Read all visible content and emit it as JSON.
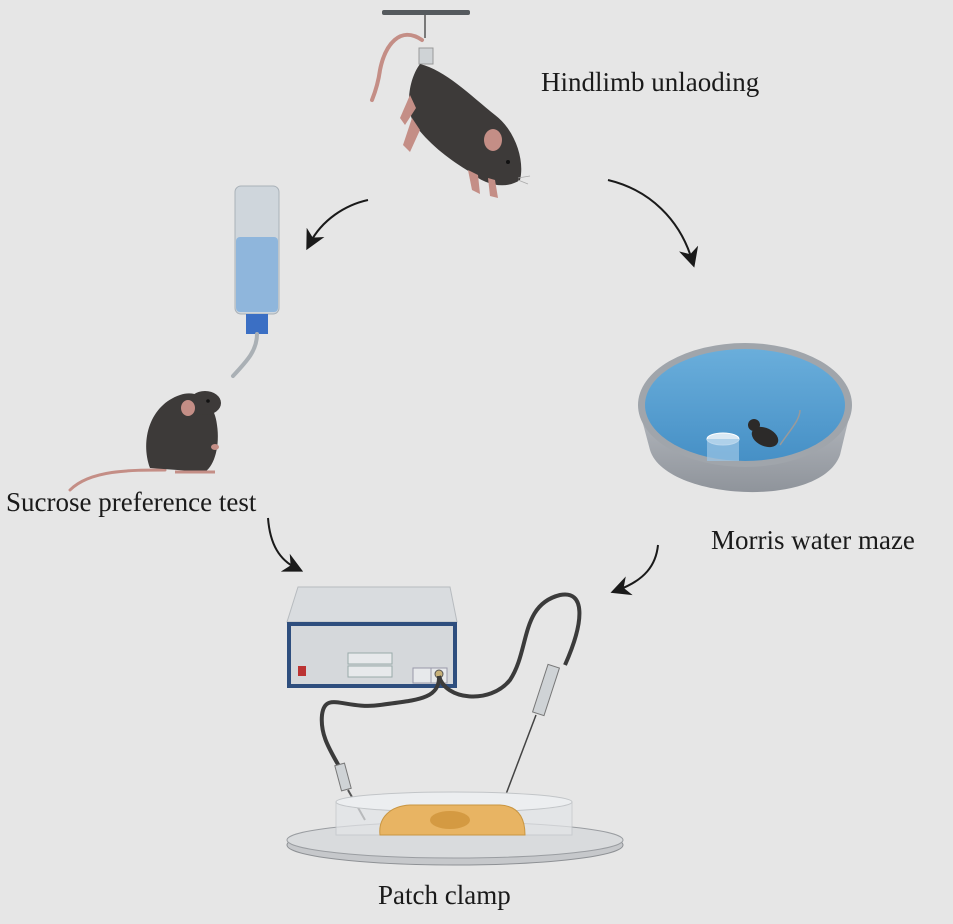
{
  "diagram": {
    "stages": [
      {
        "id": "hindlimb",
        "label": "Hindlimb unlaoding"
      },
      {
        "id": "sucrose",
        "label": "Sucrose preference test"
      },
      {
        "id": "morris",
        "label": "Morris water maze"
      },
      {
        "id": "patch",
        "label": "Patch clamp"
      }
    ],
    "flows": [
      {
        "from": "Hindlimb unlaoding",
        "to": "Sucrose preference test"
      },
      {
        "from": "Hindlimb unlaoding",
        "to": "Morris water maze"
      },
      {
        "from": "Sucrose preference test",
        "to": "Patch clamp"
      },
      {
        "from": "Morris water maze",
        "to": "Patch clamp"
      }
    ],
    "colors": {
      "background": "#e6e6e6",
      "mouse_fur": "#3d3a39",
      "mouse_skin": "#c48e86",
      "water": "#4d98cc",
      "bottle_cap": "#3b6fc4",
      "tissue": "#e8b463",
      "amplifier_frame": "#2e4e7e"
    }
  }
}
